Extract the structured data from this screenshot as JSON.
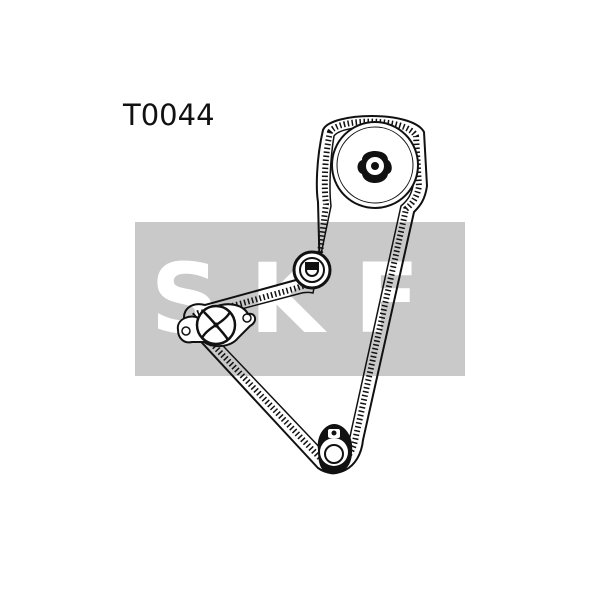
{
  "part_number": "T0044",
  "watermark": {
    "brand": "SKF",
    "background_color": "#c9c9c9",
    "letter_color": "#ffffff"
  },
  "colors": {
    "ink": "#111111",
    "paper": "#ffffff"
  },
  "components": {
    "camshaft_pulley": "camshaft-sprocket",
    "tensioner": "tensioner-pulley",
    "water_pump": "water-pump-pulley",
    "crankshaft_pulley": "crankshaft-sprocket",
    "belt": "toothed-timing-belt"
  }
}
